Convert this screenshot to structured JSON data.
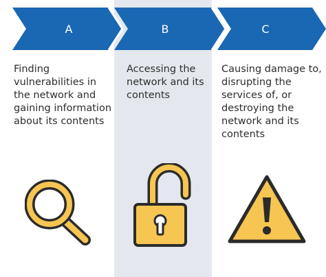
{
  "steps": [
    {
      "letter": "A",
      "description": "Finding vulnerabilities in the network and gaining information about its contents",
      "icon": "magnifying-glass-icon"
    },
    {
      "letter": "B",
      "description": "Accessing the network and its contents",
      "icon": "unlocked-padlock-icon"
    },
    {
      "letter": "C",
      "description": "Causing damage to, disrupting the services of, or destroying the network and its contents",
      "icon": "warning-triangle-icon"
    }
  ],
  "colors": {
    "chevron": "#1a67b4",
    "highlight_column": "#e4e8ee",
    "icon_fill": "#f6c552",
    "icon_stroke": "#2b2b2b",
    "text": "#2d2d2d"
  }
}
